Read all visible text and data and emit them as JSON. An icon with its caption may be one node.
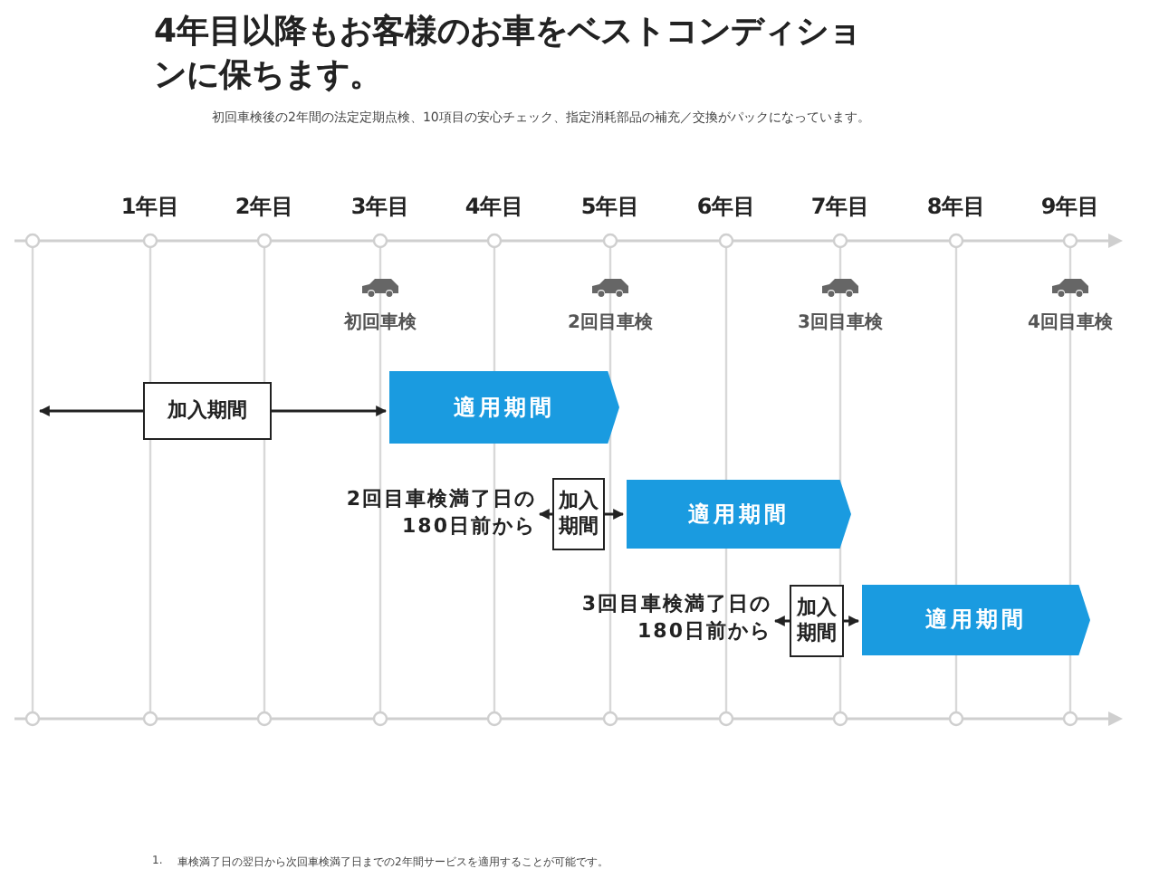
{
  "diagram": {
    "title": "4年目以降もお客様のお車をベストコンディションに保ちます。",
    "nodes": [
      {
        "text": [
          "加入期間"
        ]
      },
      {
        "text": [
          "適用期間"
        ]
      },
      {
        "text": [
          "2回目車検満了日の180日前から"
        ]
      },
      {
        "text": [
          "加入期間"
        ]
      },
      {
        "text": [
          "適用期間"
        ]
      },
      {
        "text": [
          "3回目車検満了日の180日前から"
        ]
      },
      {
        "text": [
          "加入期間"
        ]
      },
      {
        "text": [
          "適用期間"
        ]
      }
    ],
    "edges": [
      {
        "from": 0,
        "to": null,
        "arrow": "to"
      },
      {
        "from": 0,
        "to": 1,
        "arrow": "to"
      },
      {
        "from": 3,
        "to": 2,
        "arrow": "to"
      },
      {
        "from": 3,
        "to": 4,
        "arrow": "to"
      },
      {
        "from": 6,
        "to": 5,
        "arrow": "to"
      },
      {
        "from": 6,
        "to": 7,
        "arrow": "to"
      }
    ],
    "labels": [
      "初回車検後の2年間の法定定期点検、10項目の安心チェック、指定消耗部品の補充／交換がパックになっています。",
      "1年目",
      "2年目",
      "3年目",
      "4年目",
      "5年目",
      "6年目",
      "7年目",
      "8年目",
      "9年目",
      "初回車検",
      "2回目車検",
      "3回目車検",
      "4回目車検",
      "1.",
      "車検満了日の翌日から次回車検満了日までの2年間サービスを適用することが可能です。"
    ]
  }
}
